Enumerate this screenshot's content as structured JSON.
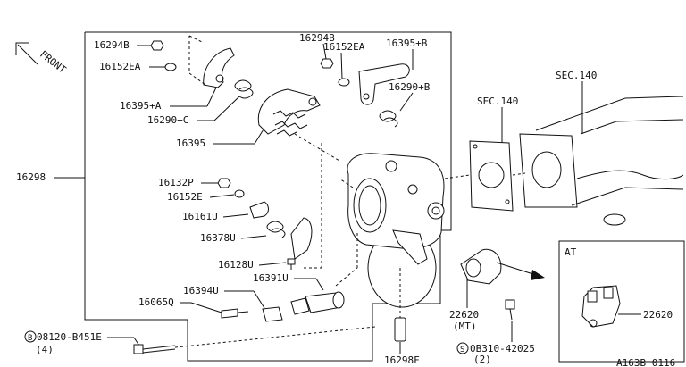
{
  "labels": {
    "front": "FRONT",
    "p16294B_a": "16294B",
    "p16152EA_a": "16152EA",
    "p16395A": "16395+A",
    "p16290C": "16290+C",
    "p16395": "16395",
    "p16298": "16298",
    "p16132P": "16132P",
    "p16152E": "16152E",
    "p16161U": "16161U",
    "p16378U": "16378U",
    "p16128U": "16128U",
    "p16394U": "16394U",
    "p16065Q": "16065Q",
    "p16391U": "16391U",
    "bolt_a": "08120-B451E",
    "bolt_a_qty": "(4)",
    "bolt_a_prefix": "B",
    "p16298F": "16298F",
    "p16294B_b": "16294B",
    "p16152EA_b": "16152EA",
    "p16395B": "16395+B",
    "p16290B": "16290+B",
    "sec140_a": "SEC.140",
    "sec140_b": "SEC.140",
    "p22620_mt": "22620",
    "mt": "(MT)",
    "bolt_s": "0B310-42025",
    "bolt_s_qty": "(2)",
    "bolt_s_prefix": "S",
    "at": "AT",
    "p22620_at": "22620",
    "code": "A163B 0116"
  }
}
